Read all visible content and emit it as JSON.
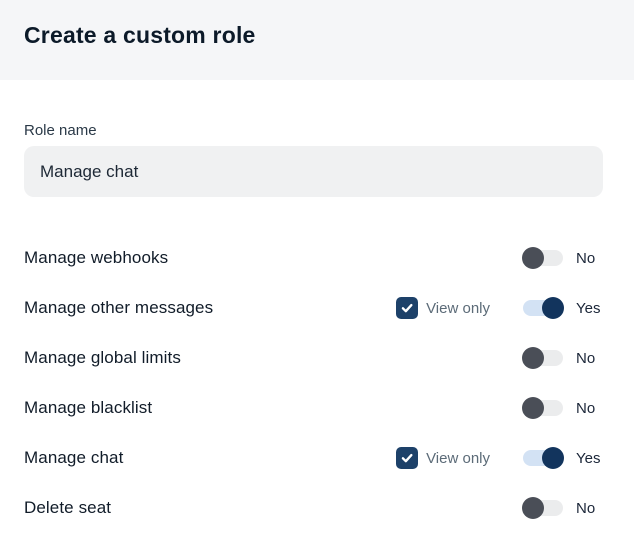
{
  "header": {
    "title": "Create a custom role"
  },
  "form": {
    "role_name_label": "Role name",
    "role_name_value": "Manage chat"
  },
  "view_only_label": "View only",
  "permissions": [
    {
      "label": "Manage webhooks",
      "enabled": false,
      "state_label": "No",
      "view_only": false
    },
    {
      "label": "Manage other messages",
      "enabled": true,
      "state_label": "Yes",
      "view_only": true
    },
    {
      "label": "Manage global limits",
      "enabled": false,
      "state_label": "No",
      "view_only": false
    },
    {
      "label": "Manage blacklist",
      "enabled": false,
      "state_label": "No",
      "view_only": false
    },
    {
      "label": "Manage chat",
      "enabled": true,
      "state_label": "Yes",
      "view_only": true
    },
    {
      "label": "Delete seat",
      "enabled": false,
      "state_label": "No",
      "view_only": false
    }
  ],
  "colors": {
    "header_bg": "#f5f6f8",
    "body_bg": "#ffffff",
    "input_bg": "#f0f1f2",
    "toggle_on_track": "#d3e2f4",
    "toggle_on_knob": "#12345d",
    "toggle_off_track": "#ebeced",
    "toggle_off_knob": "#4a4e57",
    "checkbox_fill": "#1d4169",
    "text_dark": "#111c29",
    "text_muted": "#5c6b78"
  }
}
